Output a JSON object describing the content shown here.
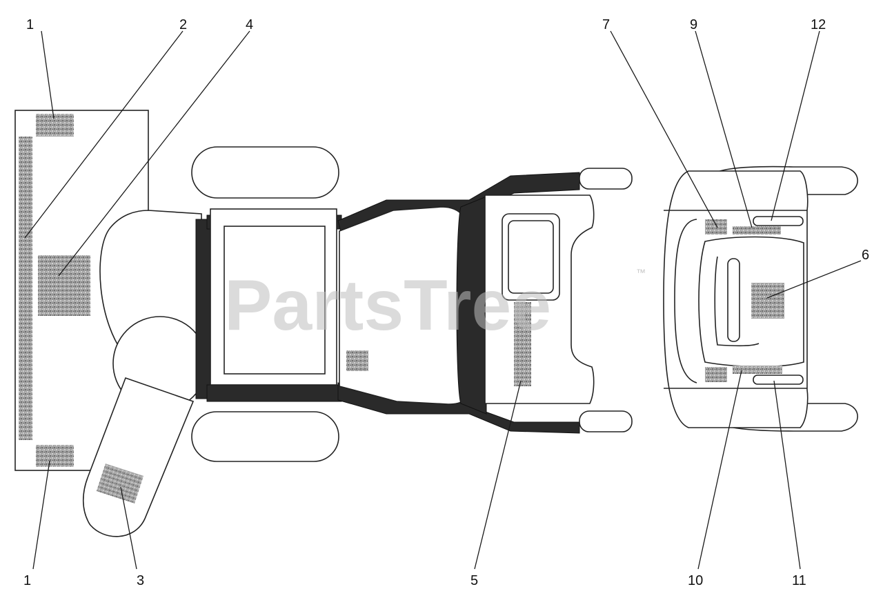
{
  "watermark": {
    "text": "PartsTree",
    "trademark": "™"
  },
  "callouts": [
    "1",
    "2",
    "4",
    "1",
    "3",
    "5",
    "7",
    "9",
    "12",
    "6",
    "10",
    "11"
  ],
  "decal_texture_color": "#9a9a9a",
  "frame_color": "#2a2a2a"
}
